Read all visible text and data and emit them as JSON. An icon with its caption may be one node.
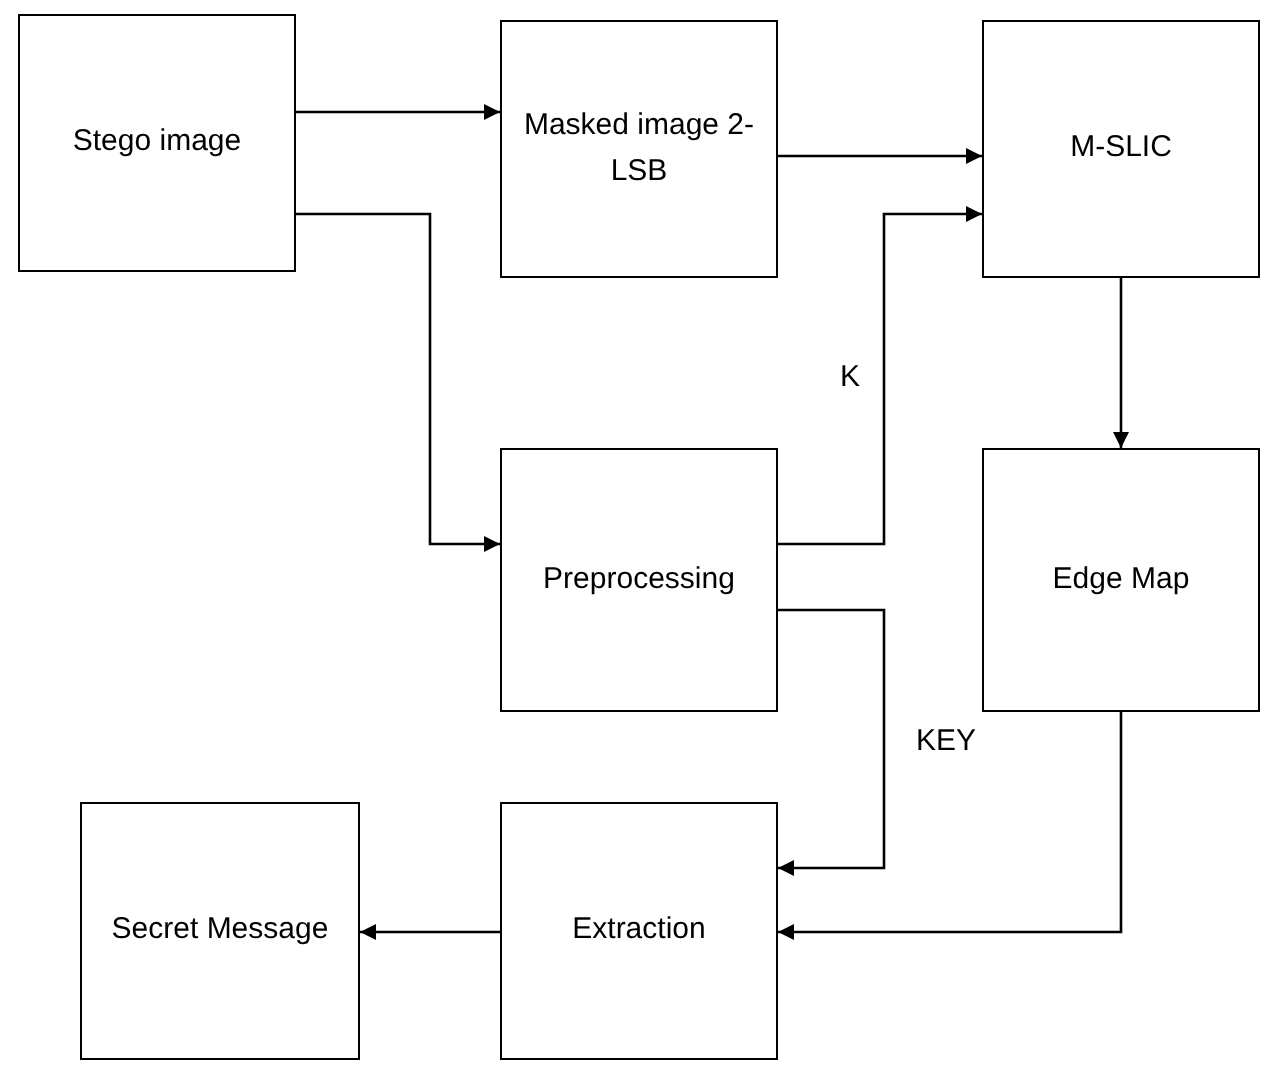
{
  "diagram": {
    "nodes": [
      {
        "text": [
          "Stego image"
        ]
      },
      {
        "text": [
          "Masked image 2-LSB"
        ]
      },
      {
        "text": [
          "M-SLIC"
        ]
      },
      {
        "text": [
          "Preprocessing"
        ]
      },
      {
        "text": [
          "Edge Map"
        ]
      },
      {
        "text": [
          "Secret Message"
        ]
      },
      {
        "text": [
          "Extraction"
        ]
      }
    ],
    "edges": [
      {
        "from": 0,
        "to": 1,
        "arrow": "to"
      },
      {
        "from": 0,
        "to": 3,
        "arrow": "to"
      },
      {
        "from": 1,
        "to": 2,
        "arrow": "to"
      },
      {
        "from": 3,
        "to": 2,
        "arrow": "to",
        "label": "K"
      },
      {
        "from": 2,
        "to": 4,
        "arrow": "to"
      },
      {
        "from": 3,
        "to": 6,
        "arrow": "to",
        "label": "KEY"
      },
      {
        "from": 4,
        "to": 6,
        "arrow": "to"
      },
      {
        "from": 6,
        "to": 5,
        "arrow": "to"
      }
    ]
  }
}
